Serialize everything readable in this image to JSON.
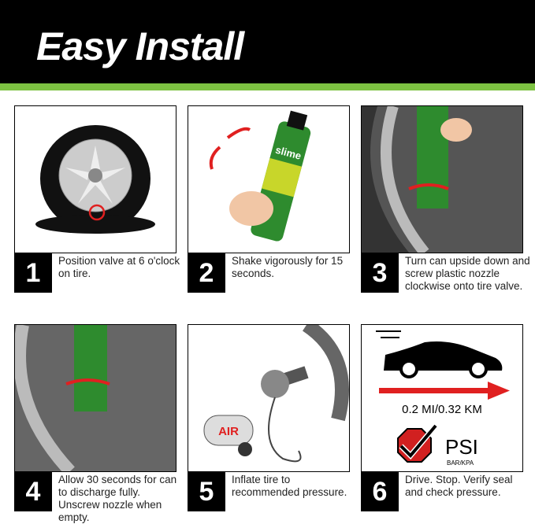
{
  "header": {
    "title": "Easy Install"
  },
  "colors": {
    "header": "#000000",
    "accent_green": "#7dc242",
    "red": "#e02020"
  },
  "steps": [
    {
      "number": "1",
      "text": "Position valve at 6 o'clock on tire."
    },
    {
      "number": "2",
      "text": "Shake vigorously for 15 seconds."
    },
    {
      "number": "3",
      "text": "Turn can upside down and screw plastic nozzle clockwise onto tire valve."
    },
    {
      "number": "4",
      "text": "Allow 30 seconds for can to discharge fully. Unscrew nozzle when empty."
    },
    {
      "number": "5",
      "text": "Inflate tire to recommended pressure."
    },
    {
      "number": "6",
      "text": "Drive. Stop. Verify seal and check pressure."
    }
  ],
  "step5": {
    "compressor_label": "AIR"
  },
  "step6": {
    "distance": "0.2 MI/0.32 KM",
    "psi": "PSI",
    "units": "BAR/KPA"
  },
  "can": {
    "brand": "slime"
  }
}
